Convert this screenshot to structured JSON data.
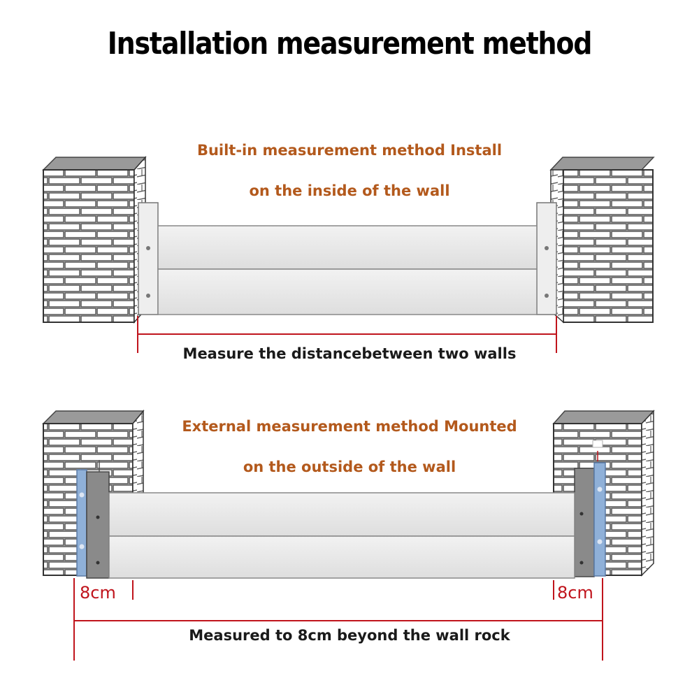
{
  "title": "Installation measurement method",
  "builtin": {
    "caption_line1": "Built-in measurement method Install",
    "caption_line2": "on the inside of the wall",
    "measure_label": "Measure the distancebetween two walls"
  },
  "external": {
    "caption_line1": "External measurement method Mounted",
    "caption_line2": "on the outside of the wall",
    "left_offset": "8cm",
    "right_offset": "8cm",
    "measure_label": "Measured to 8cm beyond the wall rock"
  },
  "colors": {
    "caption": "#b3591c",
    "dimension": "#c0141c",
    "panel": "#e9e9e9",
    "brick_line": "#555555",
    "side_bracket": "#8fb0d8",
    "post": "#8a8a8a"
  },
  "icons": [
    "brick-pillar",
    "flood-barrier-panel",
    "mounting-bracket",
    "dimension-line"
  ]
}
